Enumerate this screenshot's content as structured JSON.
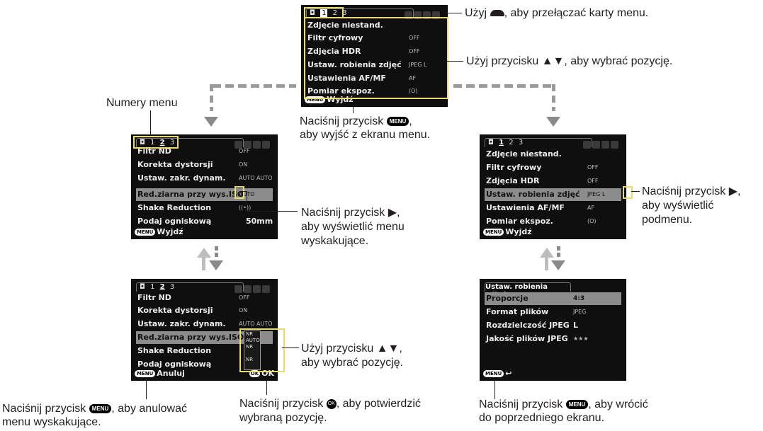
{
  "top": {
    "tabs": [
      "1",
      "2",
      "3"
    ],
    "items": [
      {
        "label": "Zdjęcie niestand.",
        "val": ""
      },
      {
        "label": "Filtr cyfrowy",
        "val": "OFF"
      },
      {
        "label": "Zdjęcia HDR",
        "val": "OFF"
      },
      {
        "label": "Ustaw. robienia zdjęć",
        "val": "JPEG L"
      },
      {
        "label": "Ustawienia AF/MF",
        "val": "AF"
      },
      {
        "label": "Pomiar ekspoz.",
        "val": "(O)"
      }
    ],
    "footer": "Wyjdź",
    "menu_btn": "MENU"
  },
  "left_mid": {
    "tabs": [
      "1",
      "2",
      "3"
    ],
    "items": [
      {
        "label": "Filtr ND",
        "val": "OFF"
      },
      {
        "label": "Korekta dystorsji",
        "val": "ON"
      },
      {
        "label": "Ustaw. zakr. dynam.",
        "val": "AUTO AUTO"
      },
      {
        "label": "Red.ziarna przy wys.ISO",
        "val": "AUTO"
      },
      {
        "label": "Shake Reduction",
        "val": "((•))"
      },
      {
        "label": "Podaj ogniskową",
        "val": "50mm"
      }
    ],
    "footer": "Wyjdź"
  },
  "left_bot": {
    "tabs": [
      "1",
      "2",
      "3"
    ],
    "items": [
      {
        "label": "Filtr ND",
        "val": "OFF"
      },
      {
        "label": "Korekta dystorsji",
        "val": "ON"
      },
      {
        "label": "Ustaw. zakr. dynam.",
        "val": "AUTO AUTO"
      },
      {
        "label": "Red.ziarna przy wys.ISO",
        "val": ""
      },
      {
        "label": "Shake Reduction",
        "val": ""
      },
      {
        "label": "Podaj ogniskową",
        "val": ""
      }
    ],
    "popup": [
      "NR AUTO",
      "NR",
      "NR"
    ],
    "footer": "Anuluj",
    "ok": "OK"
  },
  "right_mid": {
    "tabs": [
      "1",
      "2",
      "3"
    ],
    "items": [
      {
        "label": "Zdjęcie niestand.",
        "val": ""
      },
      {
        "label": "Filtr cyfrowy",
        "val": "OFF"
      },
      {
        "label": "Zdjęcia HDR",
        "val": "OFF"
      },
      {
        "label": "Ustaw. robienia zdjęć",
        "val": "JPEG L"
      },
      {
        "label": "Ustawienia AF/MF",
        "val": "AF"
      },
      {
        "label": "Pomiar ekspoz.",
        "val": "(O)"
      }
    ],
    "footer": "Wyjdź"
  },
  "right_bot": {
    "title": "Ustaw. robienia zdjęć",
    "items": [
      {
        "label": "Proporcje",
        "val": "4:3"
      },
      {
        "label": "Format plików",
        "val": "JPEG"
      },
      {
        "label": "Rozdzielczość JPEG",
        "val": "L"
      },
      {
        "label": "Jakość plików JPEG",
        "val": "★★★"
      }
    ],
    "back": "↩"
  },
  "annotations": {
    "tabs_switch_a": "Użyj",
    "tabs_switch_b": ", aby przełączać karty menu.",
    "choose_item": "Użyj przycisku ▲▼, aby wybrać pozycję.",
    "menu_numbers": "Numery menu",
    "exit_a": "Naciśnij przycisk",
    "exit_b": ",",
    "exit_c": "aby wyjść z ekranu menu.",
    "popup_show_1": "Naciśnij przycisk ▶,",
    "popup_show_2": "aby wyświetlić menu",
    "popup_show_3": "wyskakujące.",
    "submenu_1": "Naciśnij przycisk ▶,",
    "submenu_2": "aby wyświetlić",
    "submenu_3": "podmenu.",
    "choose_item2_1": "Użyj przycisku ▲▼,",
    "choose_item2_2": "aby wybrać pozycję.",
    "cancel_1a": "Naciśnij przycisk",
    "cancel_1b": ", aby anulować",
    "cancel_2": "menu wyskakujące.",
    "confirm_1a": "Naciśnij przycisk",
    "confirm_1b": ", aby potwierdzić",
    "confirm_2": "wybraną pozycję.",
    "back_1a": "Naciśnij przycisk",
    "back_1b": ", aby wrócić",
    "back_2": "do poprzedniego ekranu."
  }
}
